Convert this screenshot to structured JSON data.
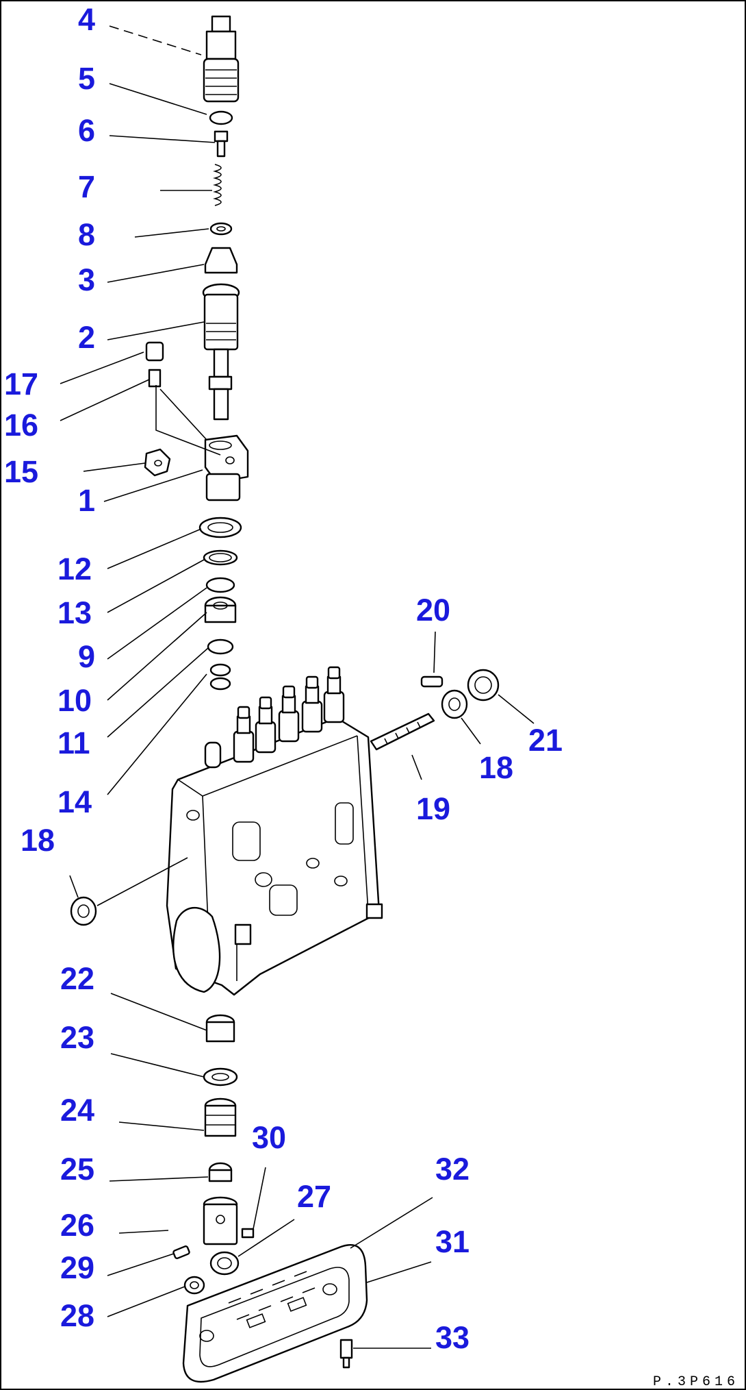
{
  "diagram": {
    "callout_color": "#1a1adc",
    "line_color": "#000000",
    "callouts": [
      {
        "id": "c-4",
        "text": "4"
      },
      {
        "id": "c-5",
        "text": "5"
      },
      {
        "id": "c-6",
        "text": "6"
      },
      {
        "id": "c-7",
        "text": "7"
      },
      {
        "id": "c-8",
        "text": "8"
      },
      {
        "id": "c-3",
        "text": "3"
      },
      {
        "id": "c-2",
        "text": "2"
      },
      {
        "id": "c-17",
        "text": "17"
      },
      {
        "id": "c-16",
        "text": "16"
      },
      {
        "id": "c-15",
        "text": "15"
      },
      {
        "id": "c-1",
        "text": "1"
      },
      {
        "id": "c-12",
        "text": "12"
      },
      {
        "id": "c-13",
        "text": "13"
      },
      {
        "id": "c-9",
        "text": "9"
      },
      {
        "id": "c-10",
        "text": "10"
      },
      {
        "id": "c-11",
        "text": "11"
      },
      {
        "id": "c-14",
        "text": "14"
      },
      {
        "id": "c-20",
        "text": "20"
      },
      {
        "id": "c-21",
        "text": "21"
      },
      {
        "id": "c-18a",
        "text": "18"
      },
      {
        "id": "c-19",
        "text": "19"
      },
      {
        "id": "c-18b",
        "text": "18"
      },
      {
        "id": "c-22",
        "text": "22"
      },
      {
        "id": "c-23",
        "text": "23"
      },
      {
        "id": "c-24",
        "text": "24"
      },
      {
        "id": "c-30",
        "text": "30"
      },
      {
        "id": "c-25",
        "text": "25"
      },
      {
        "id": "c-32",
        "text": "32"
      },
      {
        "id": "c-27",
        "text": "27"
      },
      {
        "id": "c-26",
        "text": "26"
      },
      {
        "id": "c-31",
        "text": "31"
      },
      {
        "id": "c-29",
        "text": "29"
      },
      {
        "id": "c-28",
        "text": "28"
      },
      {
        "id": "c-33",
        "text": "33"
      }
    ],
    "reference_code": "P.3P616"
  }
}
